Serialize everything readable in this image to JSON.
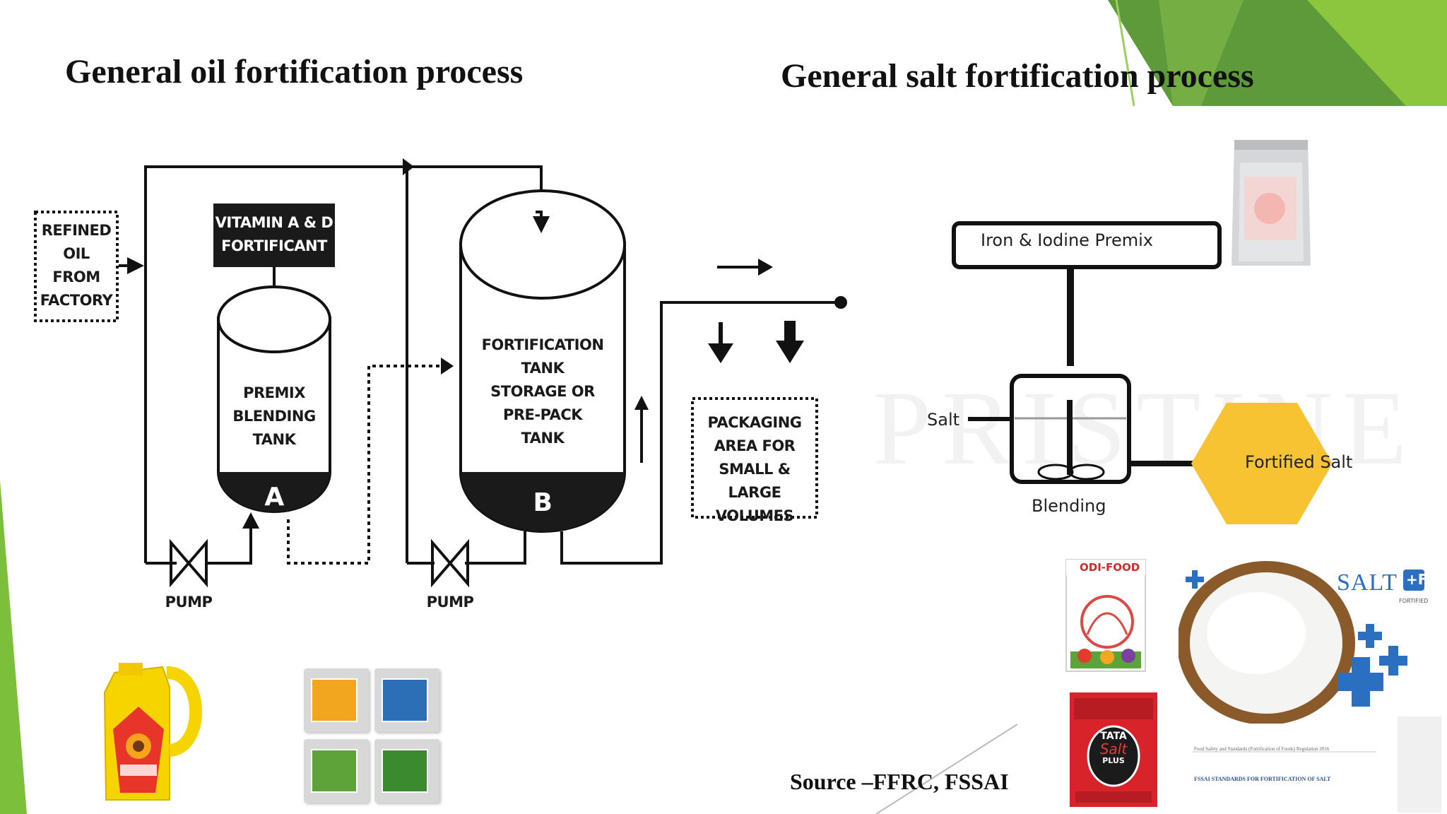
{
  "titles": {
    "oil": "General oil fortification process",
    "salt": "General salt fortification process"
  },
  "oil_diagram": {
    "refined_oil": [
      "REFINED",
      "OIL",
      "FROM",
      "FACTORY"
    ],
    "fortificant": [
      "VITAMIN A & D",
      "FORTIFICANT"
    ],
    "premix_tank": [
      "PREMIX",
      "BLENDING",
      "TANK"
    ],
    "tank_a": "A",
    "fortification_tank": [
      "FORTIFICATION",
      "TANK",
      "STORAGE OR",
      "PRE-PACK",
      "TANK"
    ],
    "tank_b": "B",
    "packaging": [
      "PACKAGING",
      "AREA FOR",
      "SMALL & LARGE",
      "VOLUMES"
    ],
    "pump_1": "PUMP",
    "pump_2": "PUMP"
  },
  "salt_diagram": {
    "premix": "Iron & Iodine Premix",
    "salt": "Salt",
    "blending": "Blending",
    "fortified": "Fortified Salt",
    "watermark": "PRISTINE"
  },
  "product_text": {
    "salt_brand": "SALT",
    "fortified_badge": "+F",
    "fortified_word": "FORTIFIED",
    "odi_food": "ODI-FOOD",
    "tata": "TATA",
    "tata_salt": "Salt",
    "tata_plus": "PLUS",
    "regulation": "Food Safety and Standards (Fortification of Foods) Regulation 2016",
    "standards": "FSSAI STANDARDS FOR FORTIFICATION OF SALT"
  },
  "source": "Source –FFRC, FSSAI",
  "colors": {
    "accent_green": "#6fae35",
    "dark_green": "#4f8a2c",
    "hexagon_yellow": "#f7c332",
    "line": "#111111"
  }
}
